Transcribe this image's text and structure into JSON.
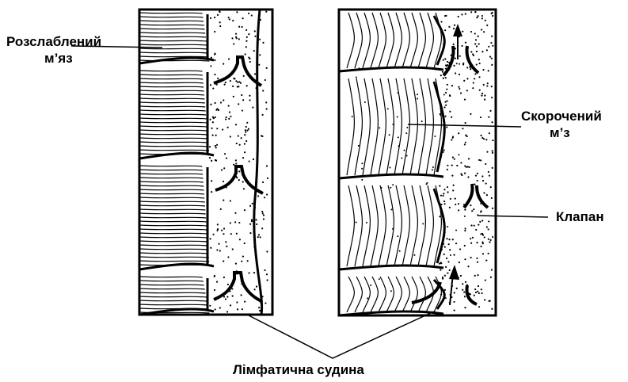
{
  "labels": {
    "relaxed_muscle": {
      "line1": "Розслаблений",
      "line2": "м’яз"
    },
    "contracted_muscle": {
      "line1": "Скорочений",
      "line2": "м’з"
    },
    "valve": "Клапан",
    "lymph_vessel": "Лімфатична судина"
  },
  "colors": {
    "ink": "#000000",
    "paper": "#ffffff"
  }
}
